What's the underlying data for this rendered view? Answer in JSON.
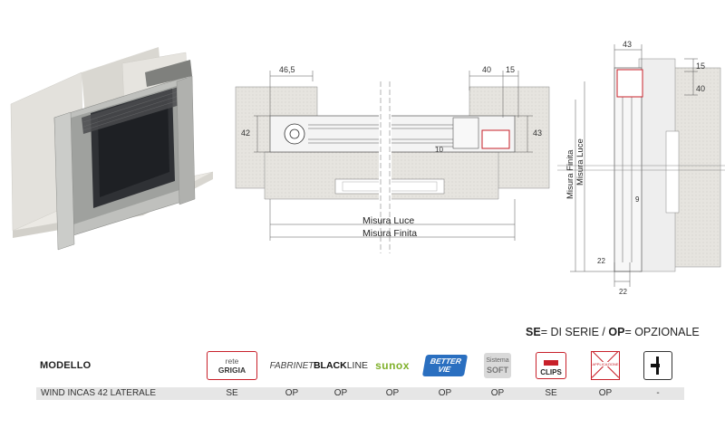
{
  "diagram": {
    "front_dims": {
      "left_width": "46,5",
      "right_width_a": "40",
      "right_width_b": "15",
      "left_height": "42",
      "right_height": "43",
      "inner_gap": "10"
    },
    "front_labels": {
      "luce": "Misura Luce",
      "finita": "Misura Finita"
    },
    "side_dims": {
      "top_width": "43",
      "top_h1": "15",
      "top_h2": "40",
      "bottom_h": "22",
      "bottom_w": "22",
      "mid": "9"
    },
    "side_labels": {
      "finita": "Misura Finita",
      "luce": "Misura Luce"
    }
  },
  "legend": {
    "se_code": "SE",
    "se_text": "= DI SERIE / ",
    "op_code": "OP",
    "op_text": "= OPZIONALE"
  },
  "table": {
    "header": "MODELLO",
    "features": [
      {
        "name": "rete-grigia",
        "line1": "rete",
        "line2": "GRIGIA"
      },
      {
        "name": "fabrinet",
        "text": "FABRINET"
      },
      {
        "name": "blackline",
        "text1": "BLACK",
        "text2": "LINE"
      },
      {
        "name": "sunox",
        "text": "sunox"
      },
      {
        "name": "better-vie",
        "line1": "BETTER",
        "line2": "VIE"
      },
      {
        "name": "sistema-soft",
        "line1": "Sistema",
        "line2": "SOFT"
      },
      {
        "name": "clips",
        "text": "CLIPS"
      },
      {
        "name": "aplicazione",
        "text": "APPLICAZIONE"
      },
      {
        "name": "maniglia",
        "text": ""
      }
    ],
    "row": {
      "model": "WIND INCAS 42 LATERALE",
      "values": [
        "SE",
        "OP",
        "OP",
        "OP",
        "OP",
        "OP",
        "SE",
        "OP",
        "-"
      ]
    }
  },
  "colors": {
    "accent_red": "#c8202a",
    "wall": "#e9e7e2",
    "blue": "#2a6fc0",
    "green": "#7fb02a"
  }
}
